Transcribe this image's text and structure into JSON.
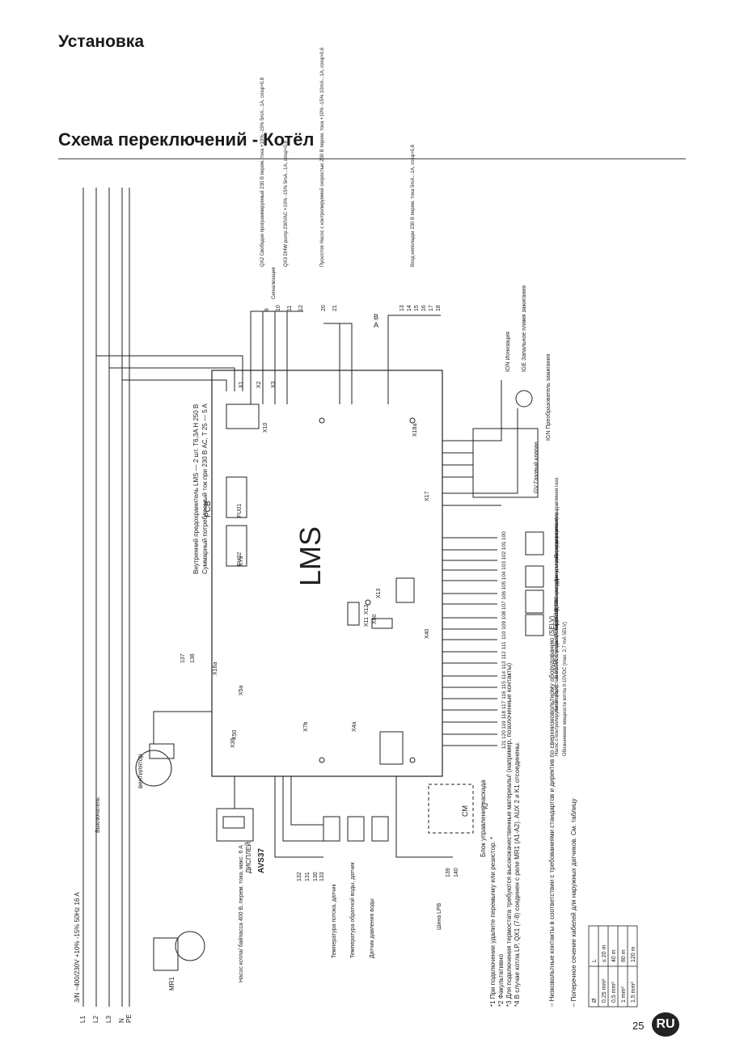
{
  "header": {
    "section_title": "Установка",
    "page_title": "Схема переключений - Котёл"
  },
  "footer": {
    "page_number": "25",
    "lang_badge": "RU"
  },
  "diagram": {
    "board_name": "LMS",
    "board_pcb": "PCB",
    "fuse_note_1": "Внутренний предохранитель LMS — 2 шт. T6,3A H 250 В",
    "fuse_note_2": "Суммарный потребляемый ток при 230 В AC, T 25 — 5 A",
    "fuse_1": "FU01",
    "fuse_2": "FU02",
    "fuse_rating": "T6,3 H 250V",
    "supply": "3/N ~400/230V +10% -15% 50Hz 16 A",
    "lines": [
      "L1",
      "L2",
      "L3",
      "N",
      "PE"
    ],
    "switch_label": "Выключатель",
    "mr1": "MR1",
    "pump_label": "Насос котла/ байпасса 400 В, перем. тока, макс. 6 A",
    "fan_label": "вентилятор",
    "display_label": "ДИСПЛЕЙ",
    "display_model": "AVS37",
    "sensor_b2": "Температура потока, датчик",
    "sensor_b7": "Температура обратной воды, датчик",
    "sensor_h3": "Датчик давления воды",
    "lpb_label": "Шина LPB",
    "cascade_label": "Блок управления каскада",
    "cascade_cm": "CM",
    "connectors": [
      "X1",
      "X2",
      "X3",
      "X4a",
      "X5a",
      "X7a",
      "X7b",
      "X10",
      "X11",
      "X12",
      "X13",
      "X16a",
      "X17",
      "X18a",
      "X30",
      "X40",
      "X50",
      "X60"
    ],
    "qx2_label": "QX2 Свободно программируемый 230 В перем. тока +10% -15% 5mA...1A, cosφ>0,8",
    "qx3_label": "QX3 DHW pump 230VAC +10% -15% 5mA...1A, cosφ>0,8",
    "qx3_alarm": "Сигнализация",
    "k1_label": "Пуск/стоп Насос с контролируемой скоростью 230 В перем. тока +10% -15% 10mA...1A, cosφ>0,6",
    "aux1_label": "Вход неполадки 230 В перем. тока 5mA...1A, cosφ>0,6",
    "ion_label": "ION Ионизация",
    "ignition_label": "IGE Запальное пламя зажигания",
    "gas_valve": "GV Газовый клапан",
    "ignition_transformer": "IGN Преобразователь зажигания",
    "h6_label": "Переключатель мин. давления газа",
    "bx2_label": "Датчик температуры коллектора",
    "bx3_label": "Датчик температуры дымовых газов",
    "b3_label": "Термостат ГВС или датчик температуры (горячая)",
    "b9_label": "Датчик наружной температуры",
    "h1_label": "Внешнее влияние 0-10 0,15-10VDC",
    "h5_label": "Котёл (Вкл)",
    "ux2_label": "Насос с контролируемой скоростью 0-10VDC (max. 2,7 mA SELV)",
    "ux3_label": "Обозначение мощности котла 0-10VDC (max. 2,7 mA SELV)",
    "terminals_top": [
      "9",
      "10",
      "11",
      "12",
      "20",
      "21",
      "13",
      "14",
      "15",
      "16",
      "17",
      "18"
    ],
    "terminals_right": [
      "100",
      "101",
      "102",
      "103",
      "104",
      "105",
      "106",
      "107",
      "108",
      "109",
      "110",
      "111",
      "112",
      "113",
      "114",
      "115",
      "116",
      "117",
      "118",
      "119",
      "120",
      "121"
    ],
    "terminals_left": [
      "132",
      "131",
      "130",
      "133",
      "137",
      "138",
      "139",
      "140"
    ],
    "addr_a": "A",
    "addr_b": "B",
    "fn_star2": "*2"
  },
  "notes": [
    "*1 При подключении удалите перемычку или резистор. *",
    "*2 Факультативно",
    "*3 Для подключения термостата требуются высококачественные материалы! (например, позолоченные контакты)",
    "*4 В случае котла LP, QX1 (7-8) соединен с реле MR1 (A1-A2). AUX 2 и K1 отсоединены.",
    "– Низковольтные контакты в соответствии с требованиями стандартов и директив по сверхнизковольтному оборудованию (SELV).",
    "– Поперечное сечение кабелей для наружных датчиков. См. таблицу"
  ],
  "cable_table": {
    "headers": [
      "Ø",
      "L"
    ],
    "rows": [
      [
        "0,25 mm²",
        "≤ 20 m"
      ],
      [
        "0,5 mm²",
        "40 m"
      ],
      [
        "1 mm²",
        "80 m"
      ],
      [
        "1,5 mm²",
        "120 m"
      ]
    ]
  }
}
